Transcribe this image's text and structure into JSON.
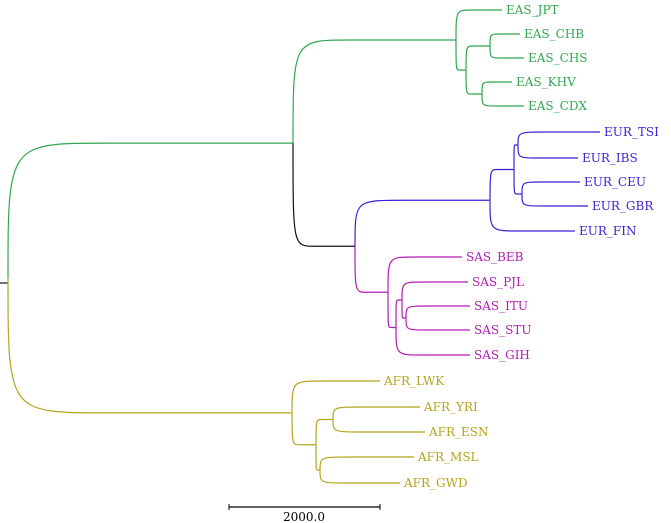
{
  "colors": {
    "EAS": "#2fa84f",
    "EUR": "#3f1fd6",
    "SAS": "#b41cb4",
    "AFR": "#b5a51e",
    "internal": "#111111",
    "root": "#b5a51e"
  },
  "leaves": [
    {
      "id": "EAS_JPT",
      "label": "EAS_JPT",
      "group": "EAS"
    },
    {
      "id": "EAS_CHB",
      "label": "EAS_CHB",
      "group": "EAS"
    },
    {
      "id": "EAS_CHS",
      "label": "EAS_CHS",
      "group": "EAS"
    },
    {
      "id": "EAS_KHV",
      "label": "EAS_KHV",
      "group": "EAS"
    },
    {
      "id": "EAS_CDX",
      "label": "EAS_CDX",
      "group": "EAS"
    },
    {
      "id": "EUR_TSI",
      "label": "EUR_TSI",
      "group": "EUR"
    },
    {
      "id": "EUR_IBS",
      "label": "EUR_IBS",
      "group": "EUR"
    },
    {
      "id": "EUR_CEU",
      "label": "EUR_CEU",
      "group": "EUR"
    },
    {
      "id": "EUR_GBR",
      "label": "EUR_GBR",
      "group": "EUR"
    },
    {
      "id": "EUR_FIN",
      "label": "EUR_FIN",
      "group": "EUR"
    },
    {
      "id": "SAS_BEB",
      "label": "SAS_BEB",
      "group": "SAS"
    },
    {
      "id": "SAS_PJL",
      "label": "SAS_PJL",
      "group": "SAS"
    },
    {
      "id": "SAS_ITU",
      "label": "SAS_ITU",
      "group": "SAS"
    },
    {
      "id": "SAS_STU",
      "label": "SAS_STU",
      "group": "SAS"
    },
    {
      "id": "SAS_GIH",
      "label": "SAS_GIH",
      "group": "SAS"
    },
    {
      "id": "AFR_LWK",
      "label": "AFR_LWK",
      "group": "AFR"
    },
    {
      "id": "AFR_YRI",
      "label": "AFR_YRI",
      "group": "AFR"
    },
    {
      "id": "AFR_ESN",
      "label": "AFR_ESN",
      "group": "AFR"
    },
    {
      "id": "AFR_MSL",
      "label": "AFR_MSL",
      "group": "AFR"
    },
    {
      "id": "AFR_GWD",
      "label": "AFR_GWD",
      "group": "AFR"
    }
  ],
  "scale_bar": {
    "label": "2000.0"
  }
}
